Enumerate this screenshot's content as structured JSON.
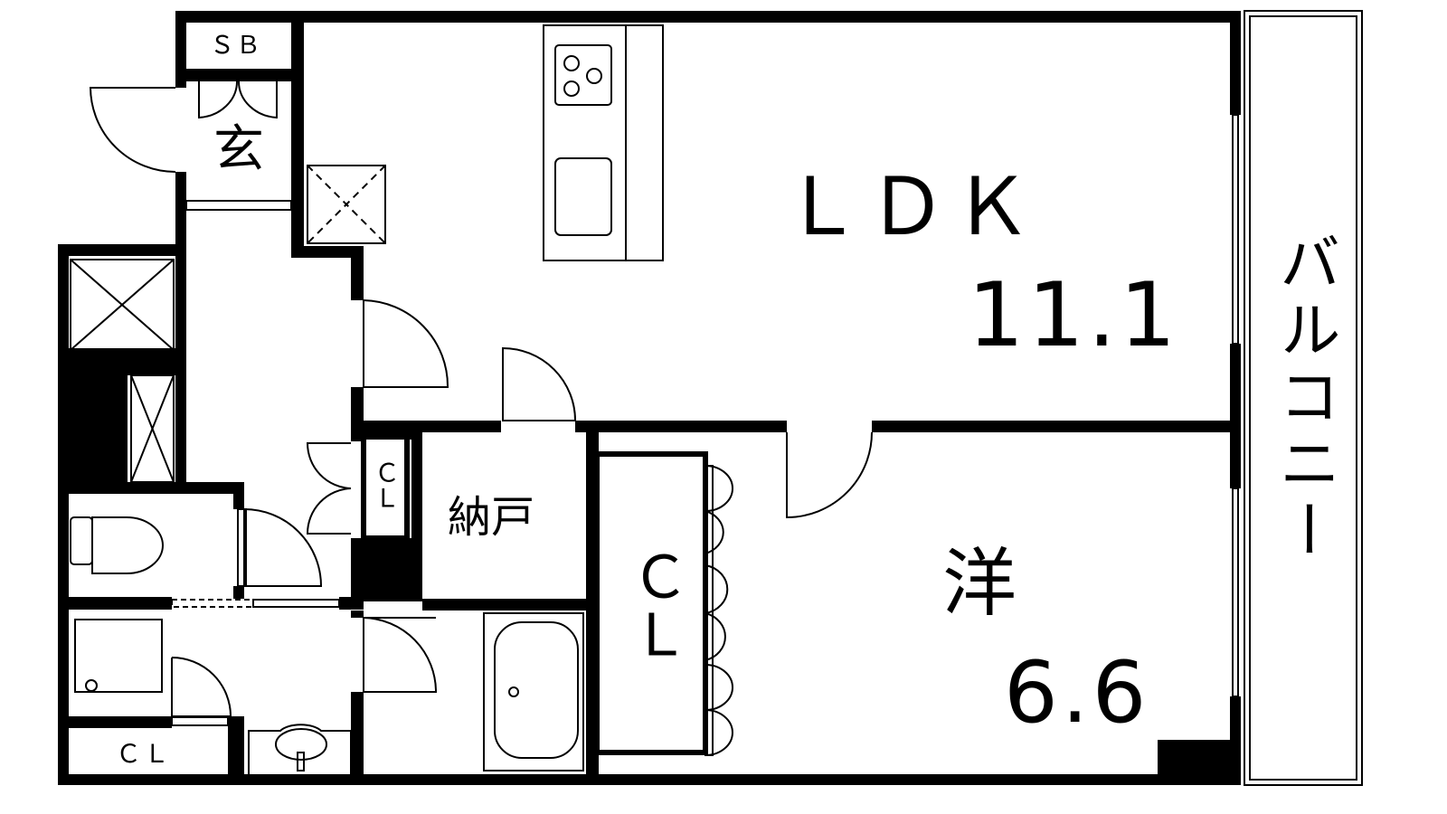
{
  "rooms": {
    "shoe_box": "ＳＢ",
    "entrance": "玄",
    "ldk_label": "ＬＤＫ",
    "ldk_size": "11.1",
    "balcony": "バルコニー",
    "hall_closet": "ＣＬ",
    "storage": "納戸",
    "bedroom_closet": "ＣＬ",
    "western_room": "洋",
    "western_size": "6.6",
    "washroom_closet": "ＣＬ"
  },
  "colors": {
    "wall": "#000000",
    "background": "#ffffff"
  }
}
